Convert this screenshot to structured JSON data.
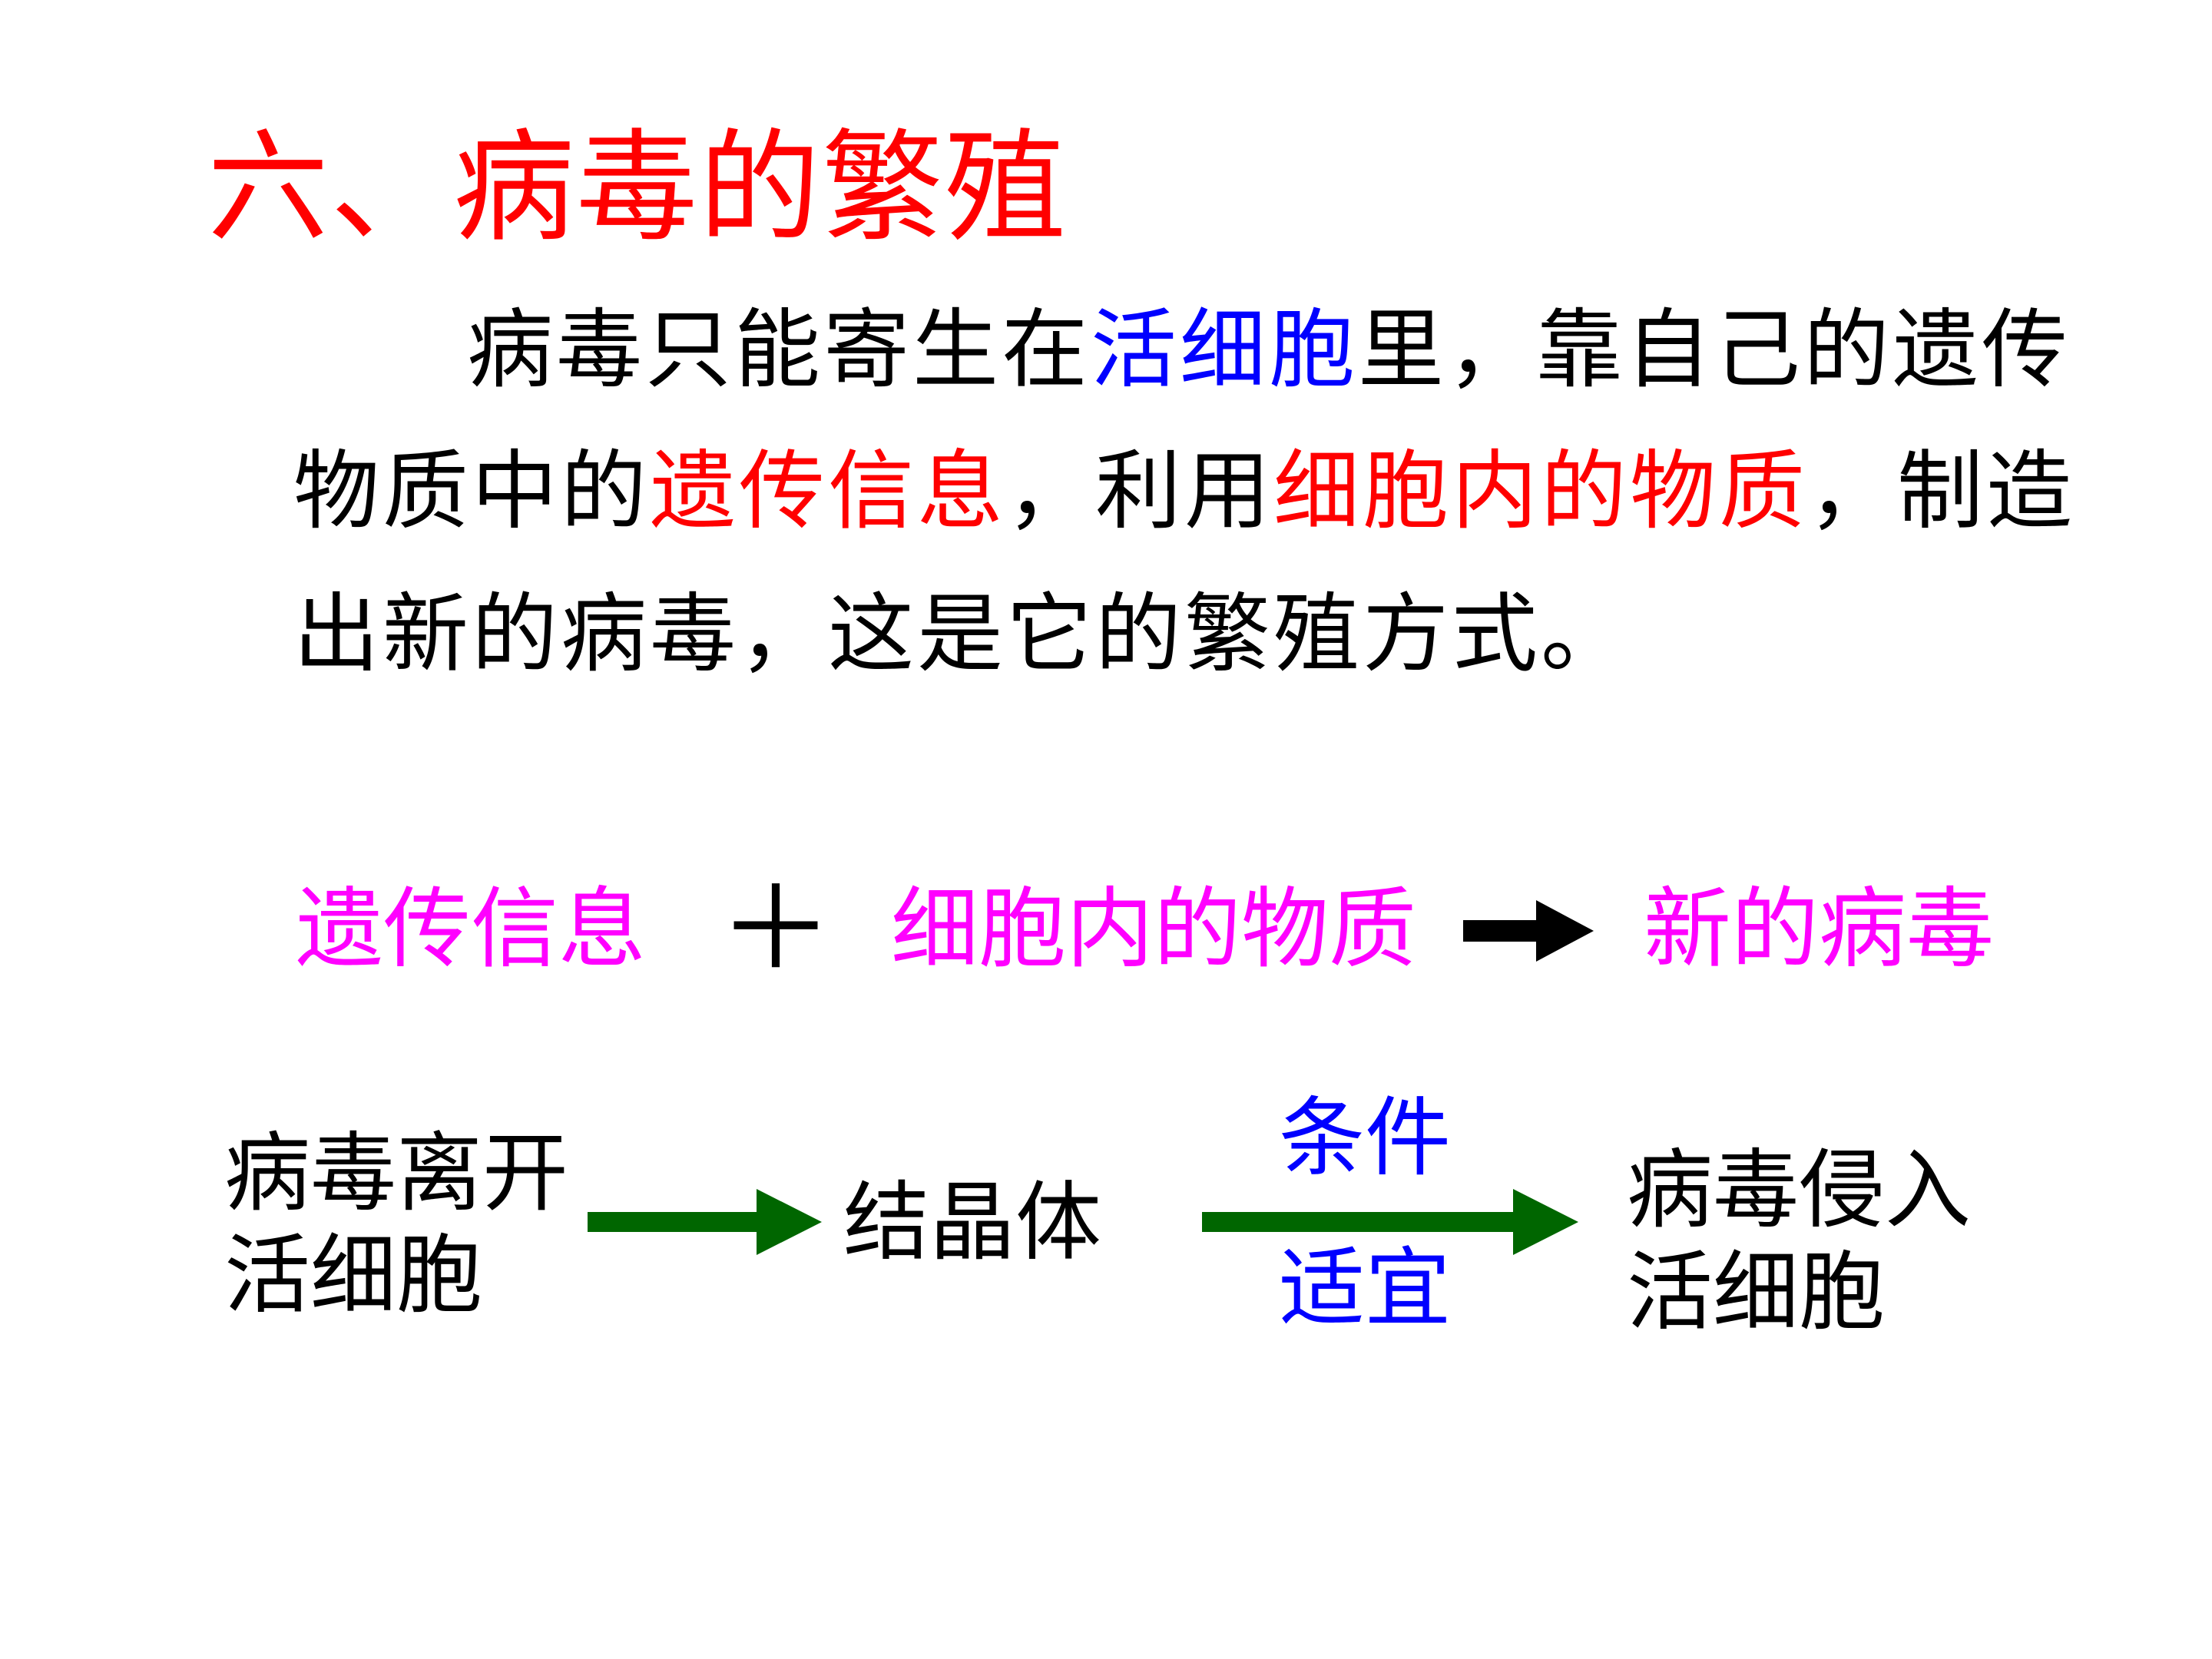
{
  "title": "六、病毒的繁殖",
  "paragraph": {
    "line1": [
      {
        "text": "病毒只能寄生在",
        "color": "#000000"
      },
      {
        "text": "活细胞",
        "color": "#0000ff"
      },
      {
        "text": "里，靠自己的遗传",
        "color": "#000000"
      }
    ],
    "line2": [
      {
        "text": "物质中的",
        "color": "#000000"
      },
      {
        "text": "遗传信息",
        "color": "#ff0000"
      },
      {
        "text": "，利用",
        "color": "#000000"
      },
      {
        "text": "细胞内的物质",
        "color": "#ff0000"
      },
      {
        "text": "，制造",
        "color": "#000000"
      }
    ],
    "line3": [
      {
        "text": "出新的病毒，这是它的繁殖方式。",
        "color": "#000000"
      }
    ]
  },
  "equation": {
    "term1": "遗传信息",
    "plus": "＋",
    "term2": "细胞内的物质",
    "result": "新的病毒",
    "term_color": "#ff00ff",
    "arrow_color": "#000000"
  },
  "flow": {
    "start_line1": "病毒离开",
    "start_line2": "活细胞",
    "middle": "结晶体",
    "condition_top": "条件",
    "condition_bottom": "适宜",
    "end_line1": "病毒侵入",
    "end_line2": "活细胞",
    "arrow_color": "#006600",
    "condition_color": "#0000ff"
  },
  "icons": {
    "big_arrow": "right-arrow-icon",
    "flow_arrow": "right-arrow-icon"
  }
}
